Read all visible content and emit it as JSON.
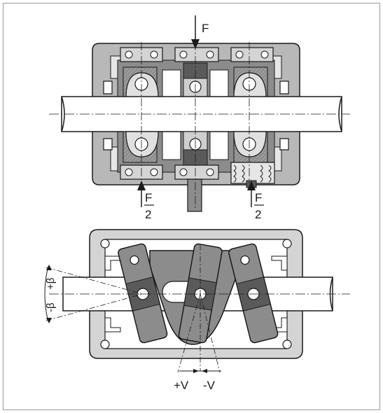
{
  "labels": {
    "force": "F",
    "half_left_num": "F",
    "half_left_den": "2",
    "half_right_num": "F",
    "half_right_den": "2",
    "plus_beta": "+β",
    "minus_beta": "-β",
    "plus_v": "+V",
    "minus_v": "-V"
  },
  "colors": {
    "dark_gray": "#5a5a5a",
    "mid_gray": "#8c8c8c",
    "light_gray": "#b8b8b8",
    "pale_gray": "#d4d4d4",
    "line": "#1a1a1a"
  }
}
